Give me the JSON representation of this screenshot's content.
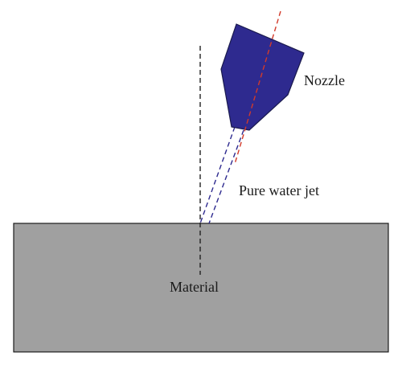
{
  "labels": {
    "nozzle": "Nozzle",
    "jet": "Pure water jet",
    "material": "Material"
  },
  "colors": {
    "material_fill": "#a0a0a0",
    "material_stroke": "#1a1a1a",
    "nozzle_fill": "#2e2a8f",
    "nozzle_stroke": "#1a1a4d",
    "jet_line": "#2e2a8f",
    "axis_line": "#d23a2a",
    "normal_line": "#222222"
  }
}
